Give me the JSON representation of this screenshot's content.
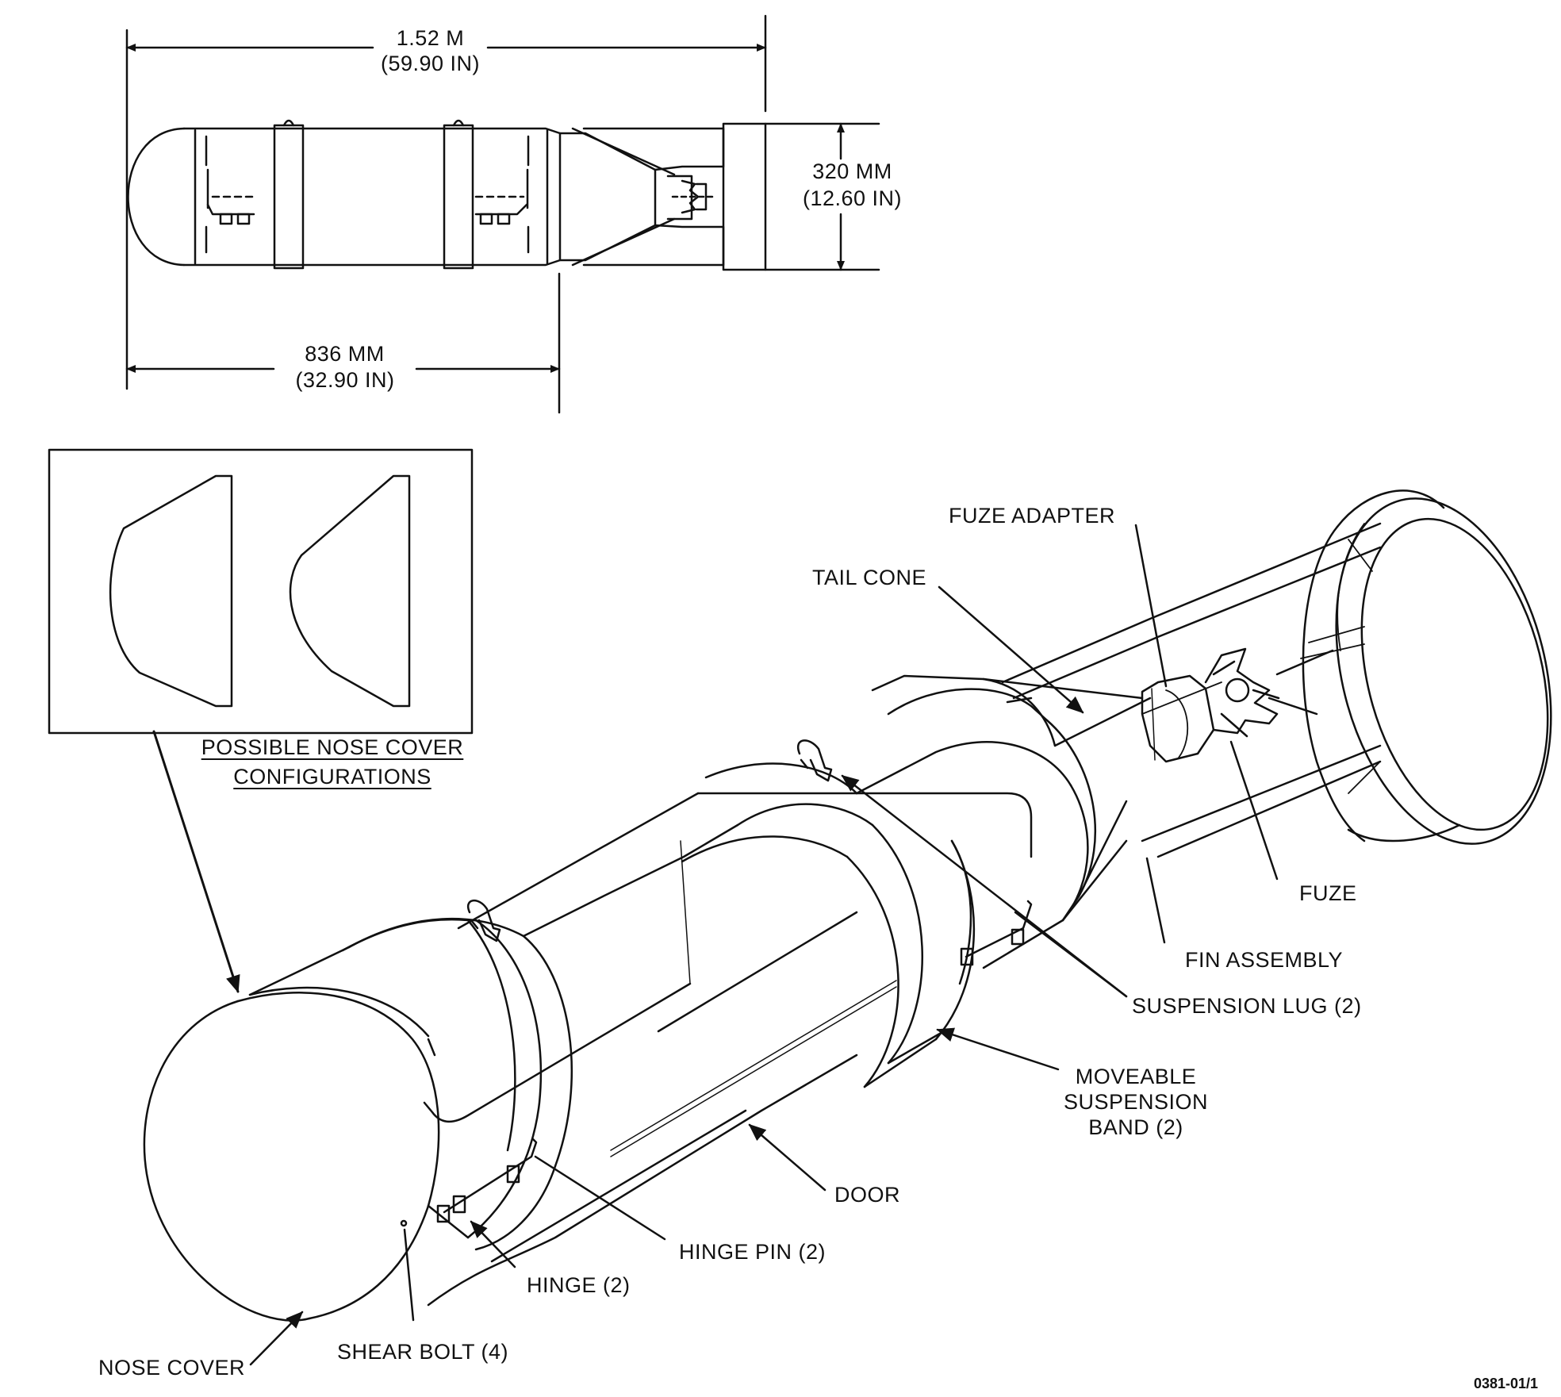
{
  "dimensions": {
    "overall_length": {
      "metric": "1.52 M",
      "imperial": "(59.90 IN)"
    },
    "diameter": {
      "metric": "320 MM",
      "imperial": "(12.60 IN)"
    },
    "nose_to_tailcone": {
      "metric": "836 MM",
      "imperial": "(32.90 IN)"
    }
  },
  "inset": {
    "caption_line1": "POSSIBLE NOSE COVER",
    "caption_line2": "CONFIGURATIONS"
  },
  "callouts": {
    "fuze_adapter": "FUZE ADAPTER",
    "tail_cone": "TAIL CONE",
    "fuze": "FUZE",
    "fin_assembly": "FIN ASSEMBLY",
    "suspension_lug": "SUSPENSION LUG (2)",
    "moveable_band_1": "MOVEABLE",
    "moveable_band_2": "SUSPENSION",
    "moveable_band_3": "BAND (2)",
    "door": "DOOR",
    "hinge_pin": "HINGE PIN (2)",
    "hinge": "HINGE (2)",
    "shear_bolt": "SHEAR BOLT (4)",
    "nose_cover": "NOSE COVER"
  },
  "figure_code": "0381-01/1"
}
